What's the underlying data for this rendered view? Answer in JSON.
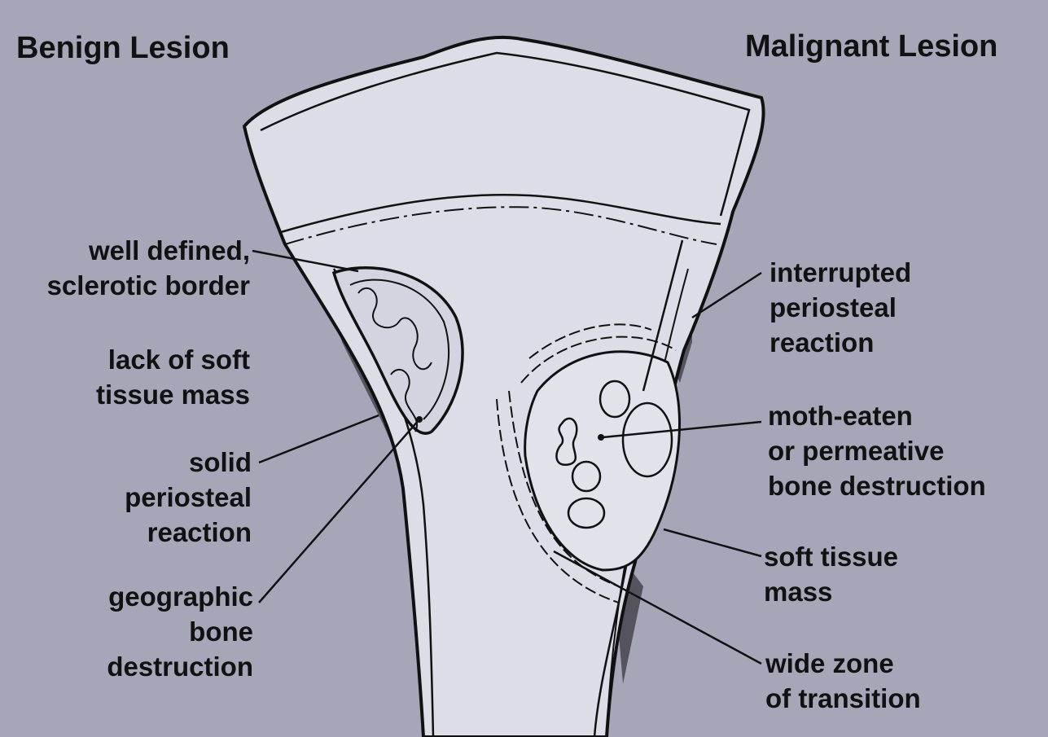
{
  "titles": {
    "left": "Benign Lesion",
    "right": "Malignant Lesion"
  },
  "benign_labels": [
    "well defined,\nsclerotic border",
    "lack of soft\ntissue mass",
    "solid\nperiosteal\nreaction",
    "geographic\nbone\ndestruction"
  ],
  "malignant_labels": [
    "interrupted\nperiosteal\nreaction",
    "moth-eaten\nor permeative\nbone destruction",
    "soft tissue\nmass",
    "wide zone\nof transition"
  ],
  "colors": {
    "background": "#a7a6b9",
    "bone": "#dcdde6",
    "shadow": "#55545e",
    "ink": "#111111"
  }
}
